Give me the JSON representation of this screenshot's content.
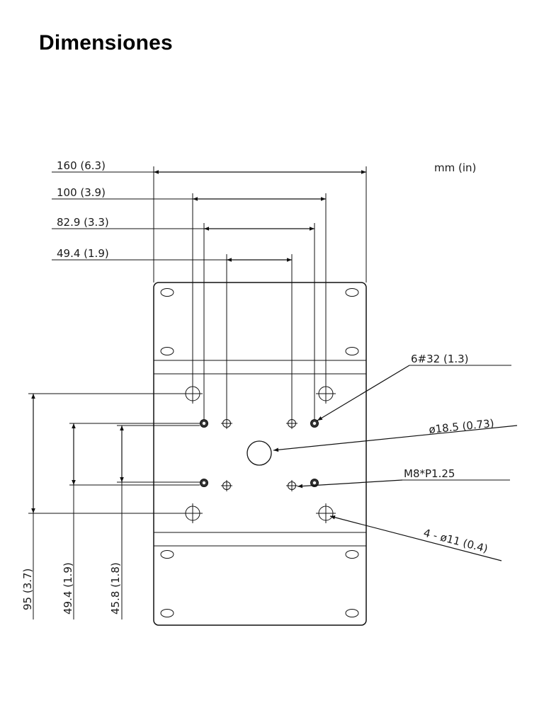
{
  "page": {
    "title": "Dimensiones"
  },
  "drawing": {
    "units_label": "mm (in)",
    "width_dimensions": [
      {
        "label": "160 (6.3)"
      },
      {
        "label": "100 (3.9)"
      },
      {
        "label": "82.9 (3.3)"
      },
      {
        "label": "49.4 (1.9)"
      }
    ],
    "height_dimensions": [
      {
        "label": "95 (3.7)"
      },
      {
        "label": "49.4 (1.9)"
      },
      {
        "label": "45.8 (1.8)"
      }
    ],
    "callouts": {
      "screw_holes": "6#32 (1.3)",
      "center_hole": "ø18.5 (0.73)",
      "thread": "M8*P1.25",
      "mount_holes": "4 - ø11 (0.4)"
    }
  }
}
